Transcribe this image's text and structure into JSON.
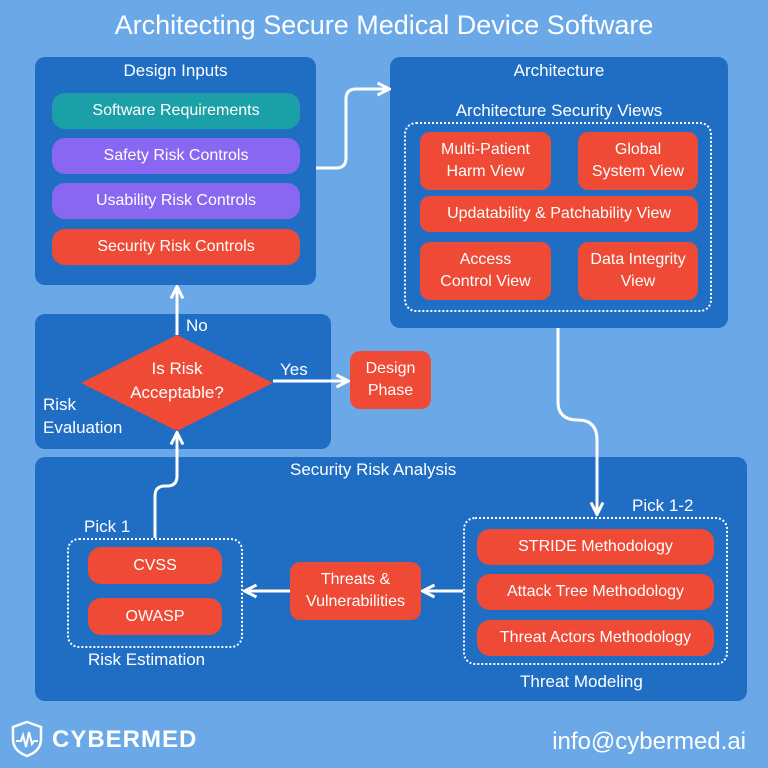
{
  "title": "Architecting Secure Medical Device Software",
  "design_inputs": {
    "title": "Design Inputs",
    "items": [
      "Software Requirements",
      "Safety Risk Controls",
      "Usability Risk Controls",
      "Security Risk Controls"
    ]
  },
  "architecture": {
    "title": "Architecture",
    "subtitle": "Architecture Security Views",
    "views": {
      "multi_patient": "Multi-Patient Harm View",
      "global": "Global System View",
      "updatability": "Updatability & Patchability View",
      "access": "Access Control View",
      "data_integrity": "Data Integrity View"
    }
  },
  "risk_evaluation": {
    "label": "Risk Evaluation",
    "decision": "Is Risk Acceptable?",
    "no": "No",
    "yes": "Yes",
    "design_phase": "Design Phase"
  },
  "security_risk_analysis": {
    "title": "Security Risk Analysis",
    "pick1": "Pick 1",
    "pick12": "Pick 1-2",
    "risk_estimation": {
      "label": "Risk Estimation",
      "items": [
        "CVSS",
        "OWASP"
      ]
    },
    "threats": "Threats & Vulnerabilities",
    "threat_modeling": {
      "label": "Threat Modeling",
      "items": [
        "STRIDE Methodology",
        "Attack Tree Methodology",
        "Threat Actors Methodology"
      ]
    }
  },
  "footer": {
    "brand": "CYBERMED",
    "email": "info@cybermed.ai"
  },
  "colors": {
    "background": "#6aa8e8",
    "panel": "#1f6ec4",
    "teal": "#1aa0a6",
    "purple": "#8a67f0",
    "red": "#ee4a36"
  }
}
